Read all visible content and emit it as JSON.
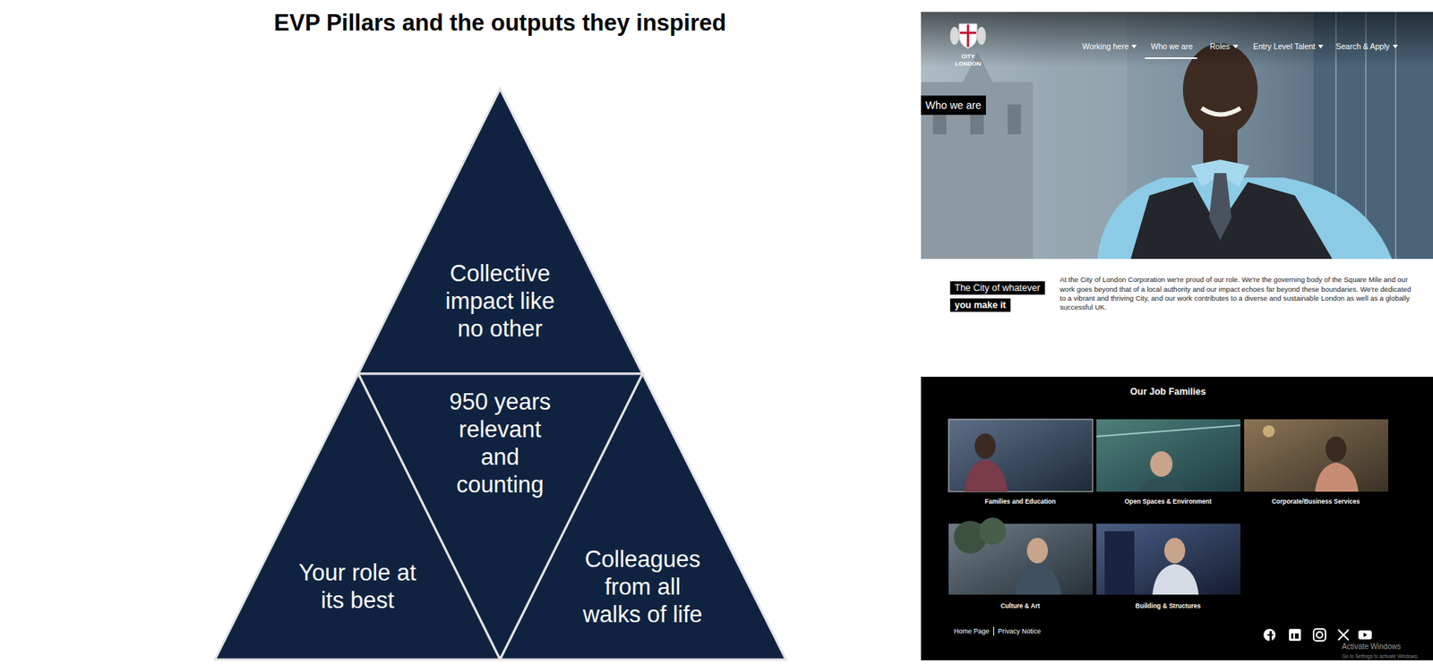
{
  "diagram": {
    "title": "EVP Pillars and the outputs they inspired",
    "nodes": [
      {
        "text": [
          "Collective impact like no other"
        ]
      },
      {
        "text": [
          "950 years relevant and counting"
        ]
      },
      {
        "text": [
          "Your role at its best"
        ]
      },
      {
        "text": [
          "Colleagues from all walks of life"
        ]
      }
    ],
    "labels": [
      "CITY",
      "LONDON",
      "Working here",
      "Who we are",
      "Roles",
      "Entry Level Talent",
      "Search & Apply",
      "Who we are",
      "The City of whatever",
      "you make it",
      "At the City of London Corporation we're proud of our role. We're the governing body of the Square Mile and our work goes beyond that of a local authority and our impact echoes far beyond these boundaries. We're dedicated to a vibrant and thriving City, and our work contributes to a diverse and sustainable London as well as a globally successful UK.",
      "Our Job Families",
      "Families and Education",
      "Open Spaces & Environment",
      "Corporate/Business Services",
      "Culture & Art",
      "Building & Structures",
      "Home Page",
      "Privacy Notice",
      "Activate Windows",
      "Go to Settings to activate Windows."
    ]
  }
}
